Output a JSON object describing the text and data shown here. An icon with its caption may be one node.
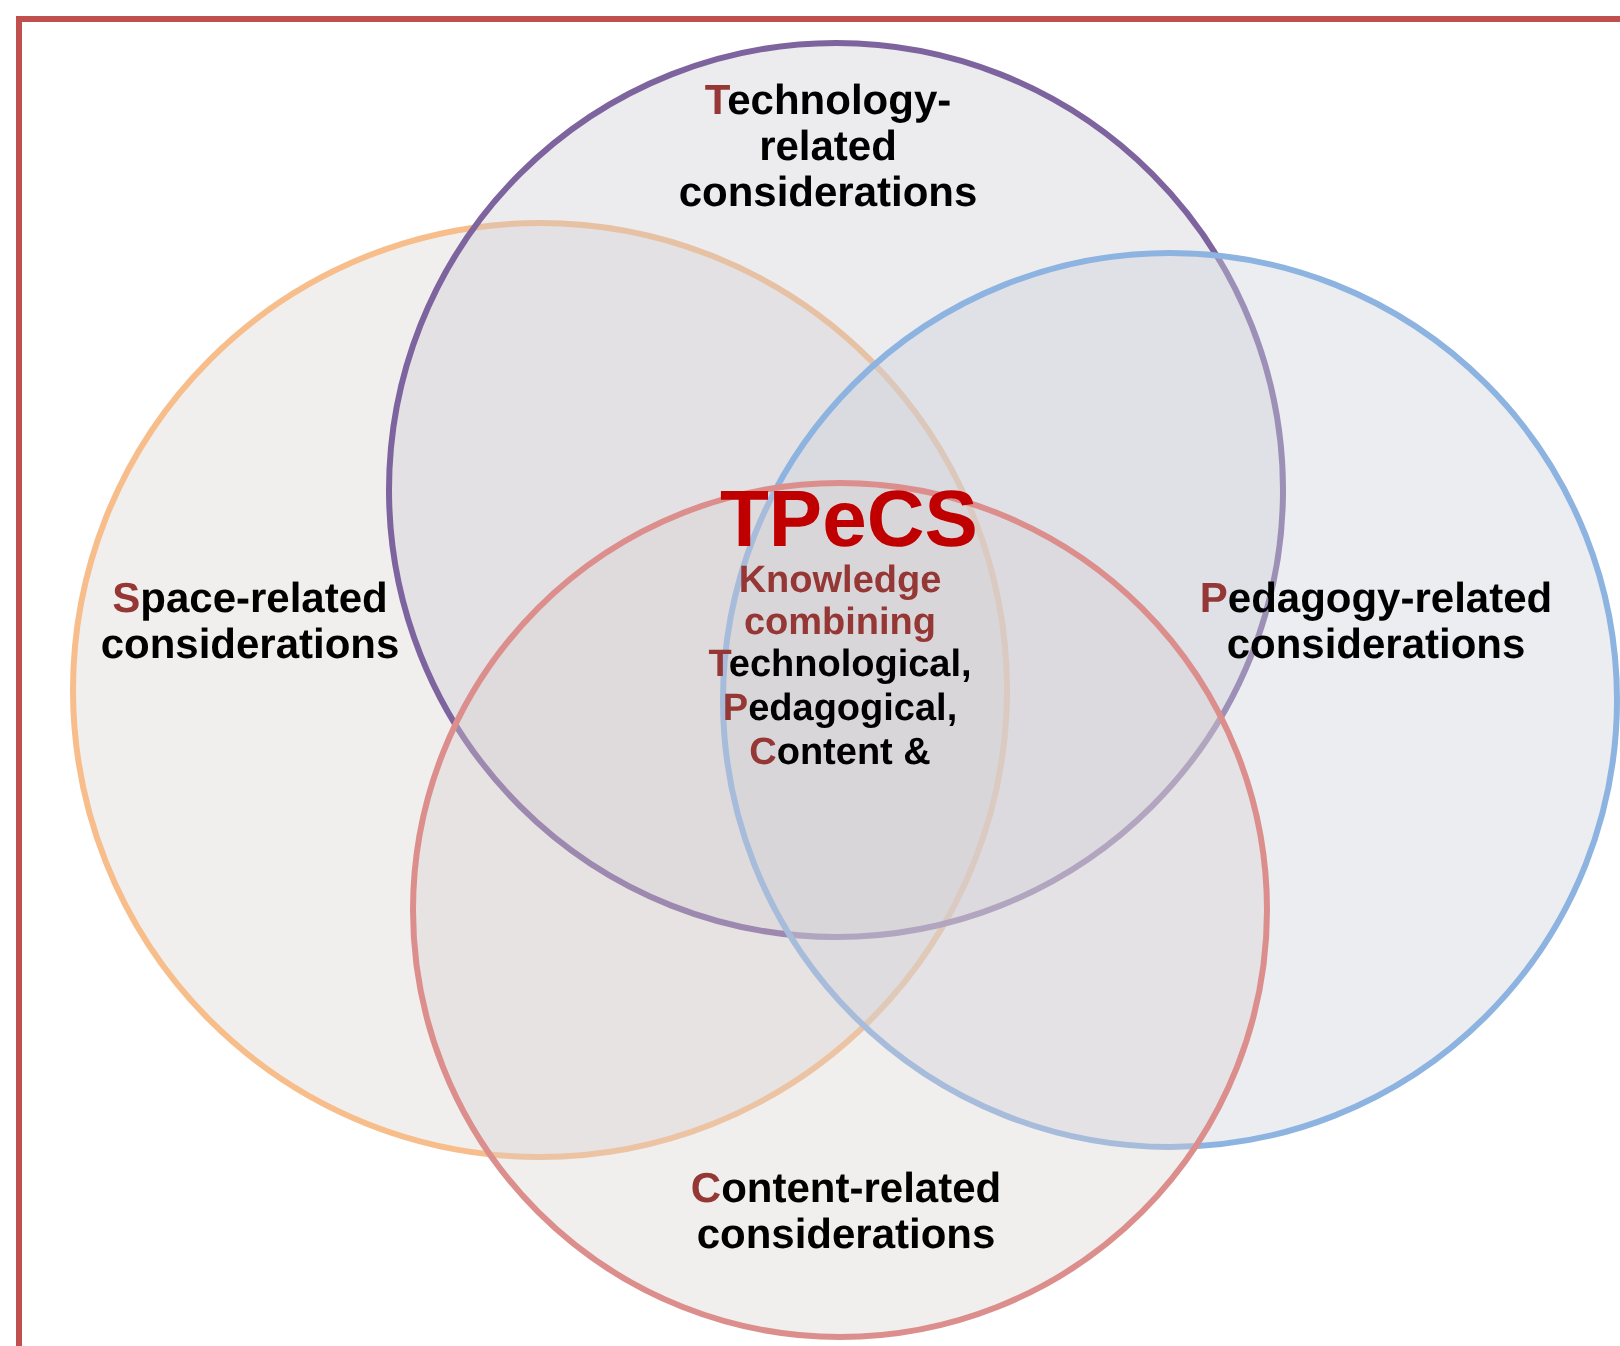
{
  "diagram": {
    "nodes": [
      {
        "text": [
          "Technology-related considerations"
        ]
      },
      {
        "text": [
          "Space-related considerations"
        ]
      },
      {
        "text": [
          "Pedagogy-related considerations"
        ]
      },
      {
        "text": [
          "Content-related considerations"
        ]
      }
    ],
    "edges": [],
    "labels": [
      "TPeCS",
      "Knowledge combining",
      "Technological,",
      "Pedagogical,",
      "Content &"
    ]
  }
}
